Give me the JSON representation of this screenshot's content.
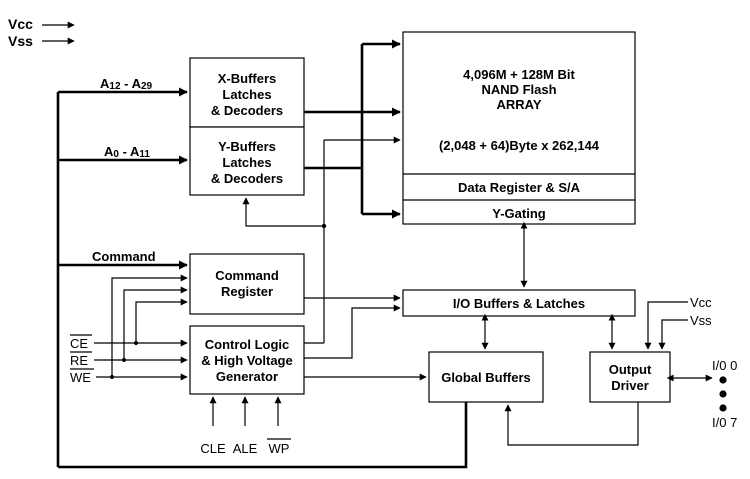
{
  "power_legend": {
    "vcc": "Vcc",
    "vss": "Vss"
  },
  "buses": {
    "addr_high": {
      "main": "A",
      "sub1": "12",
      "dash": " - A",
      "sub2": "29"
    },
    "addr_low": {
      "main": "A",
      "sub1": "0",
      "dash": " - A",
      "sub2": "11"
    },
    "command": "Command"
  },
  "blocks": {
    "xbuf": [
      "X-Buffers",
      "Latches",
      "& Decoders"
    ],
    "ybuf": [
      "Y-Buffers",
      "Latches",
      "& Decoders"
    ],
    "array": [
      "4,096M + 128M Bit",
      "NAND Flash",
      "ARRAY",
      "(2,048 + 64)Byte x 262,144"
    ],
    "data_reg": "Data Register & S/A",
    "ygating": "Y-Gating",
    "cmd_reg": [
      "Command",
      "Register"
    ],
    "io_buf": "I/O Buffers & Latches",
    "ctrl": [
      "Control Logic",
      "& High Voltage",
      "Generator"
    ],
    "global": "Global Buffers",
    "out_drv": [
      "Output",
      "Driver"
    ]
  },
  "signals": {
    "ce": "CE",
    "re": "RE",
    "we": "WE",
    "cle": "CLE",
    "ale": "ALE",
    "wp": "WP"
  },
  "out_power": {
    "vcc": "Vcc",
    "vss": "Vss"
  },
  "io_pins": {
    "first": "I/0 0",
    "last": "I/0 7"
  }
}
